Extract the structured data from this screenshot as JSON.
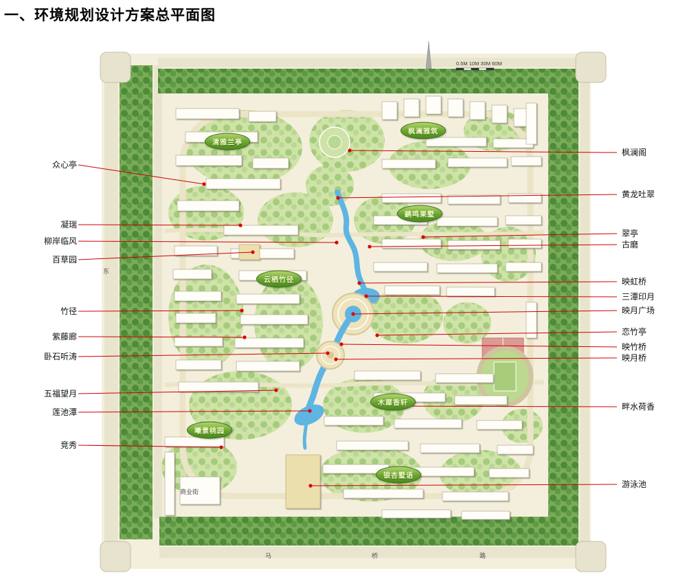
{
  "page_title": "一、环境规划设计方案总平面图",
  "map": {
    "scale_bar_label": "0.5M 10M 30M 60M",
    "road_labels": {
      "west": "东",
      "south_1": "马",
      "south_2": "桥",
      "south_3": "路",
      "commercial_street": "商业街"
    },
    "area_badges": [
      {
        "label": "清雅兰亭"
      },
      {
        "label": "枫澜雅筑"
      },
      {
        "label": "鹂鸣果墅"
      },
      {
        "label": "云栖竹径"
      },
      {
        "label": "木犀香轩"
      },
      {
        "label": "曦景桃园"
      },
      {
        "label": "银杏墅语"
      }
    ],
    "colors": {
      "leader_line": "#cc0000",
      "water": "#5fb5e2",
      "badge_green": "#69a330",
      "tree_dark": "#4d8a3a",
      "tree_light": "#a5cc7d",
      "map_base": "#f4efdc"
    }
  },
  "callouts": {
    "left": [
      {
        "label": "众心亭"
      },
      {
        "label": "凝瑞"
      },
      {
        "label": "柳岸临风"
      },
      {
        "label": "百草园"
      },
      {
        "label": "竹径"
      },
      {
        "label": "紫藤廊"
      },
      {
        "label": "卧石听涛"
      },
      {
        "label": "五福望月"
      },
      {
        "label": "莲池潭"
      },
      {
        "label": "竞秀"
      }
    ],
    "right": [
      {
        "label": "枫澜阁"
      },
      {
        "label": "黄龙吐翠"
      },
      {
        "label": "翠亭"
      },
      {
        "label": "古磨"
      },
      {
        "label": "映虹桥"
      },
      {
        "label": "三潭印月"
      },
      {
        "label": "映月广场"
      },
      {
        "label": "恋竹亭"
      },
      {
        "label": "映竹桥"
      },
      {
        "label": "映月桥"
      },
      {
        "label": "畔水荷香"
      },
      {
        "label": "游泳池"
      }
    ]
  }
}
